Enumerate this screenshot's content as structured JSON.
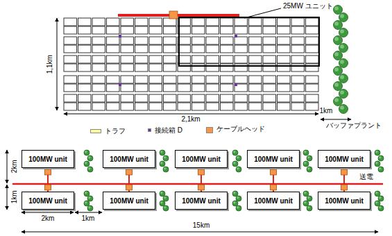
{
  "diagram": {
    "nodes": [
      {
        "text": [
          "100MW unit"
        ]
      },
      {
        "text": [
          "100MW unit"
        ]
      },
      {
        "text": [
          "100MW unit"
        ]
      },
      {
        "text": [
          "100MW unit"
        ]
      },
      {
        "text": [
          "100MW unit"
        ]
      },
      {
        "text": [
          "100MW unit"
        ]
      },
      {
        "text": [
          "100MW unit"
        ]
      },
      {
        "text": [
          "100MW unit"
        ]
      },
      {
        "text": [
          "100MW unit"
        ]
      },
      {
        "text": [
          "100MW unit"
        ]
      }
    ],
    "edges": [
      {
        "from": 0,
        "to": 5,
        "arrow": "none"
      },
      {
        "from": 1,
        "to": 6,
        "arrow": "none"
      },
      {
        "from": 2,
        "to": 7,
        "arrow": "none"
      },
      {
        "from": 3,
        "to": 8,
        "arrow": "none"
      },
      {
        "from": 4,
        "to": 9,
        "arrow": "none"
      }
    ],
    "labels": [
      "25MW ユニット",
      "1,1km",
      "2,1km",
      "1km",
      "バッファプラント",
      "2km",
      "1km",
      "2km",
      "1km",
      "15km",
      "送電"
    ],
    "legend": [
      {
        "text": "トラフ",
        "color": "#ffff99"
      },
      {
        "text": "接続箱 D",
        "color": "#7030a0"
      },
      {
        "text": "ケーブルヘッド",
        "color": "#f79646"
      }
    ]
  }
}
